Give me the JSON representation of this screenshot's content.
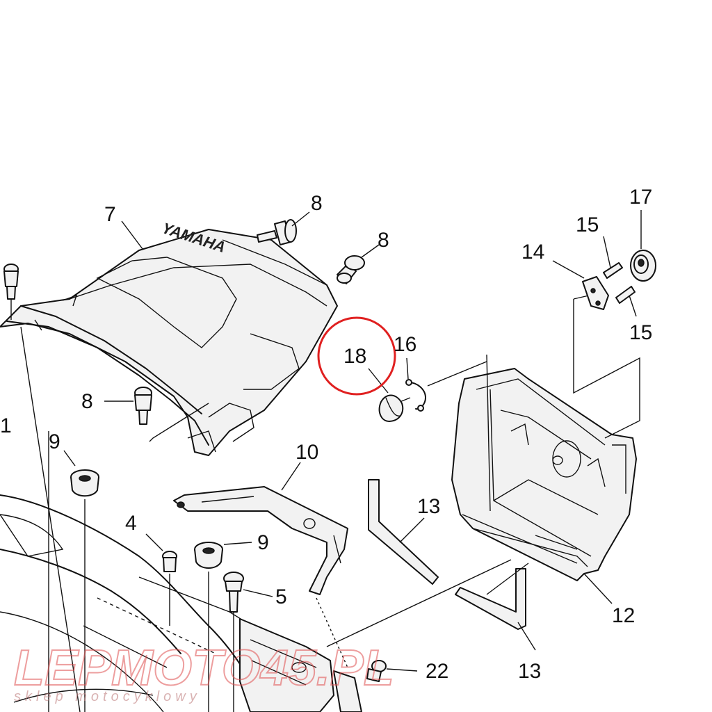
{
  "callouts": {
    "l1": "1",
    "l4": "4",
    "l5": "5",
    "l7": "7",
    "l8a": "8",
    "l8b": "8",
    "l8c": "8",
    "l9a": "9",
    "l9b": "9",
    "l10": "10",
    "l12": "12",
    "l13a": "13",
    "l13b": "13",
    "l14": "14",
    "l15a": "15",
    "l15b": "15",
    "l16": "16",
    "l17": "17",
    "l18": "18",
    "l22": "22"
  },
  "highlight": {
    "target": "18",
    "color": "#e02020"
  },
  "cover_logo": "YAMAHA",
  "watermark": {
    "brand": "LEPMOTO45.PL",
    "tagline": "sklep motocyklowy"
  },
  "colors": {
    "line": "#111111",
    "watermark": "#e05050"
  }
}
